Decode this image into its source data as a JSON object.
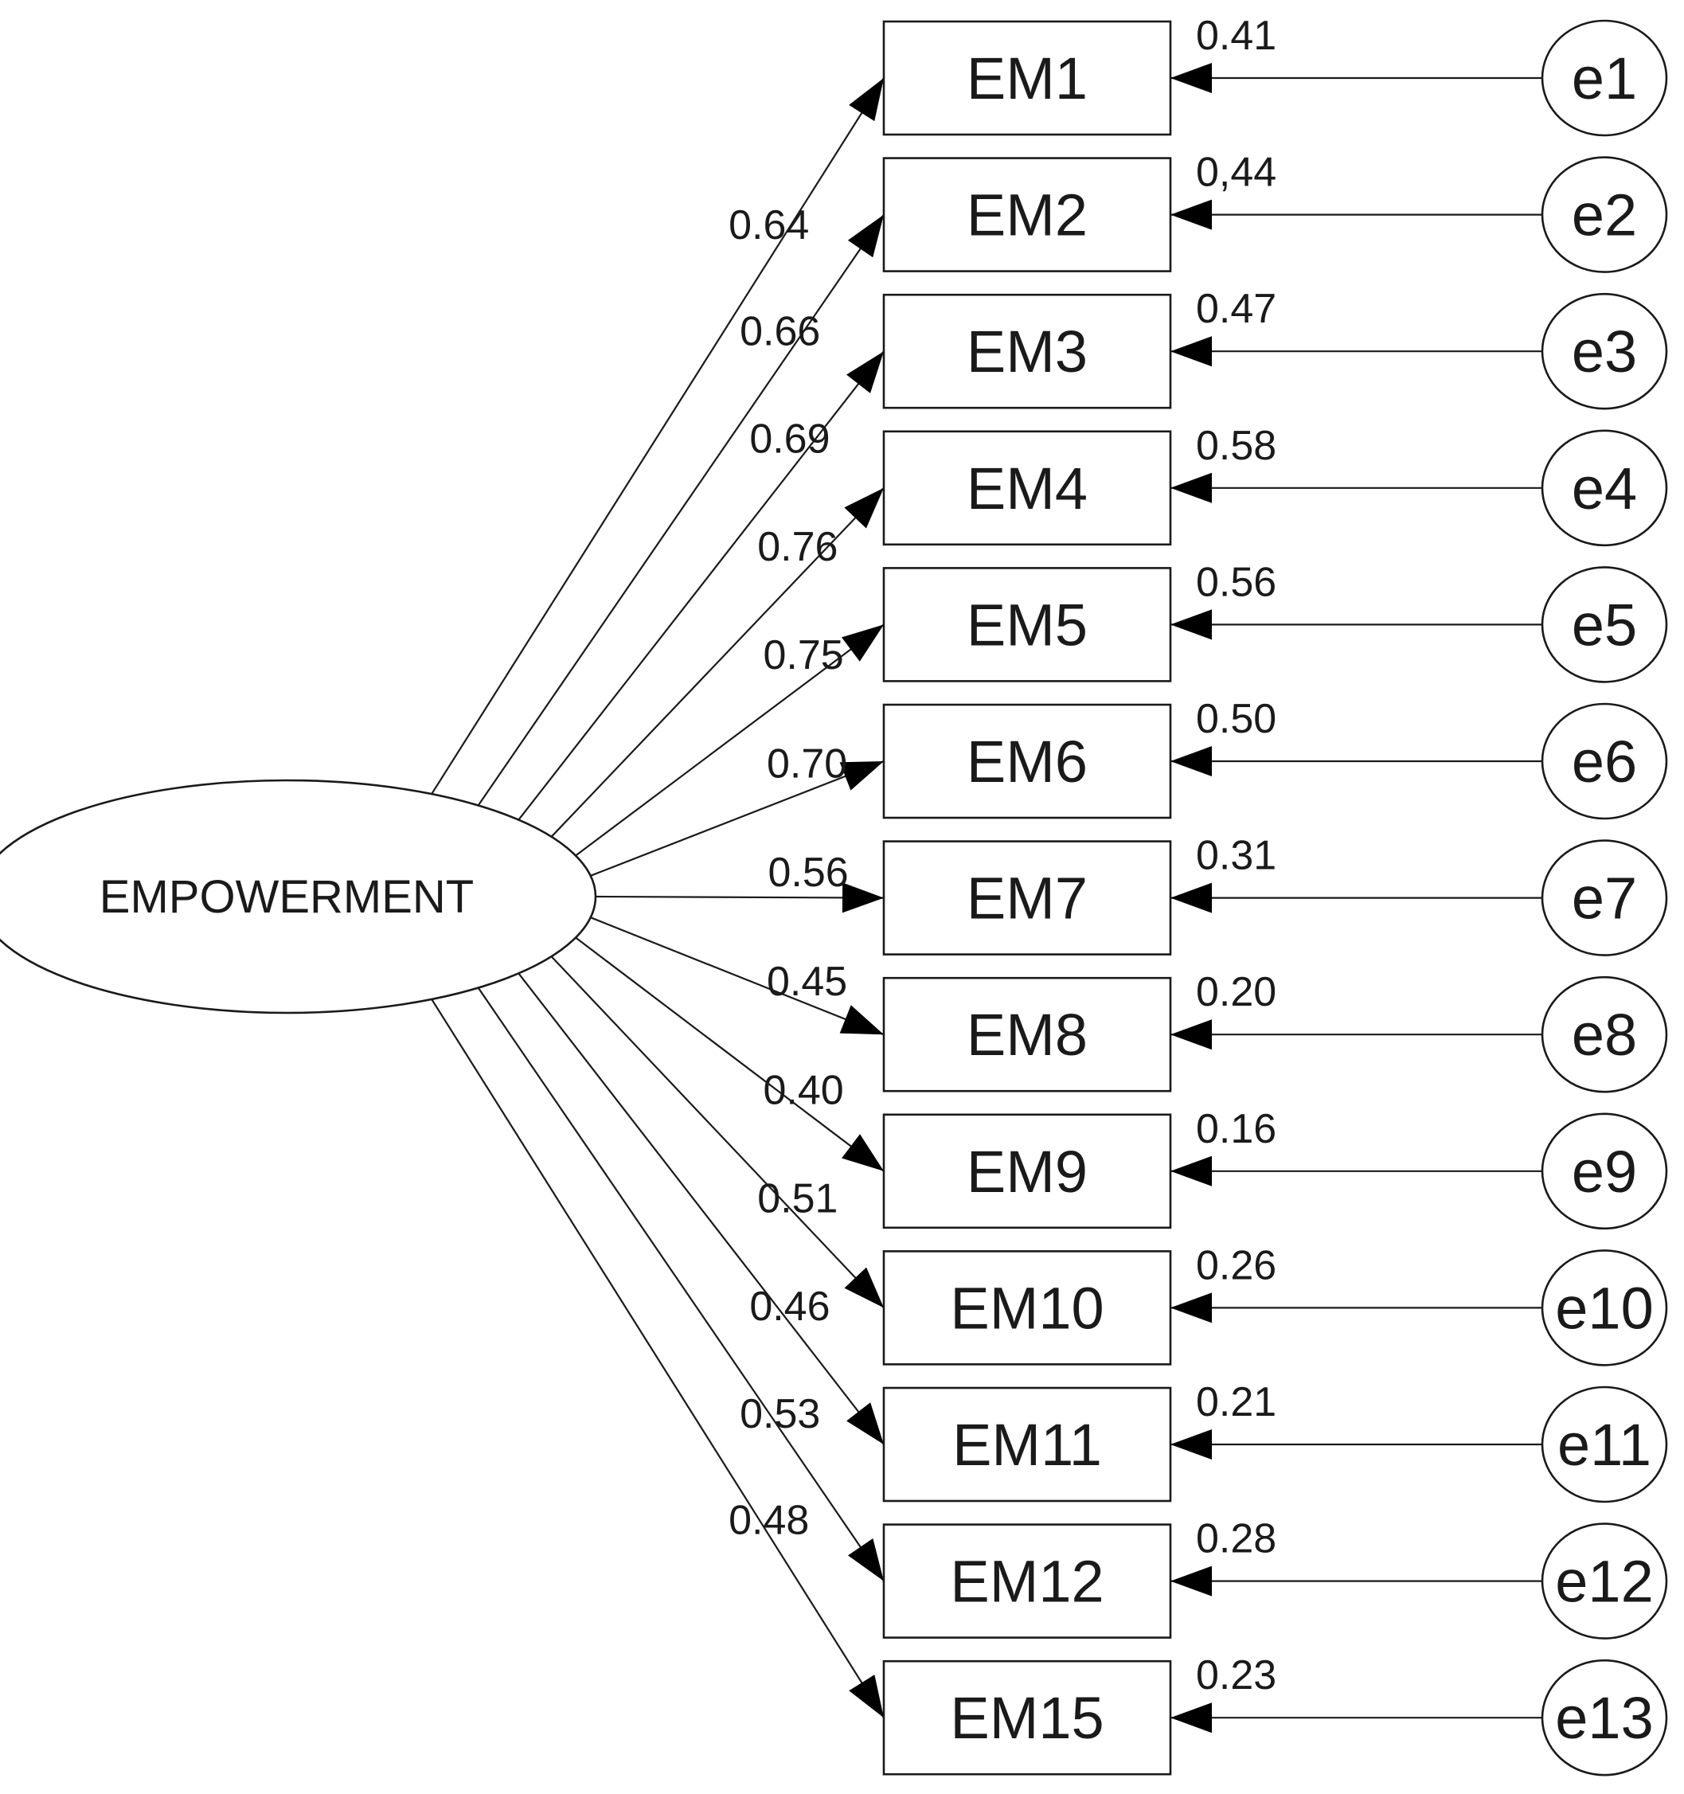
{
  "latent": {
    "label": "EMPOWERMENT"
  },
  "indicators": [
    {
      "label": "EM1",
      "loading": "0.64",
      "error": "e1",
      "error_value": "0.41"
    },
    {
      "label": "EM2",
      "loading": "0.66",
      "error": "e2",
      "error_value": "0,44"
    },
    {
      "label": "EM3",
      "loading": "0.69",
      "error": "e3",
      "error_value": "0.47"
    },
    {
      "label": "EM4",
      "loading": "0.76",
      "error": "e4",
      "error_value": "0.58"
    },
    {
      "label": "EM5",
      "loading": "0.75",
      "error": "e5",
      "error_value": "0.56"
    },
    {
      "label": "EM6",
      "loading": "0.70",
      "error": "e6",
      "error_value": "0.50"
    },
    {
      "label": "EM7",
      "loading": "0.56",
      "error": "e7",
      "error_value": "0.31"
    },
    {
      "label": "EM8",
      "loading": "0.45",
      "error": "e8",
      "error_value": "0.20"
    },
    {
      "label": "EM9",
      "loading": "0.40",
      "error": "e9",
      "error_value": "0.16"
    },
    {
      "label": "EM10",
      "loading": "0.51",
      "error": "e10",
      "error_value": "0.26"
    },
    {
      "label": "EM11",
      "loading": "0.46",
      "error": "e11",
      "error_value": "0.21"
    },
    {
      "label": "EM12",
      "loading": "0.53",
      "error": "e12",
      "error_value": "0.28"
    },
    {
      "label": "EM15",
      "loading": "0.48",
      "error": "e13",
      "error_value": "0.23"
    }
  ]
}
